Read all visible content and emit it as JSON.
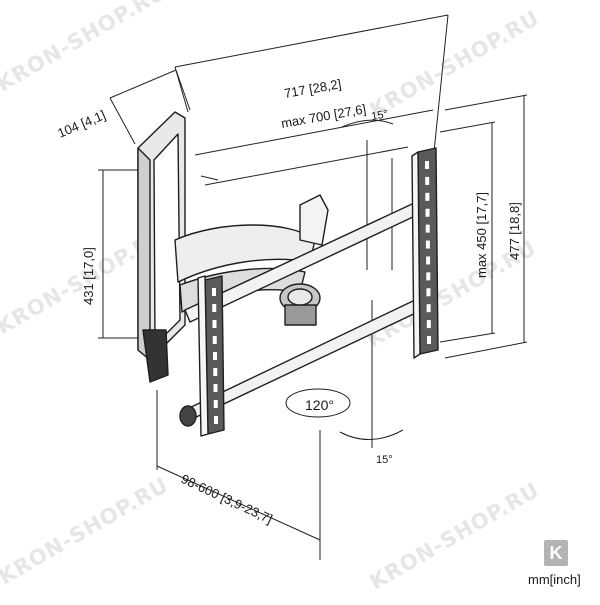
{
  "watermark": "KRON-SHOP.RU",
  "dimensions": {
    "wall_depth": "104 [4,1]",
    "max_length": "717 [28,2]",
    "max_700": "max 700 [27,6]",
    "tilt_top": "15°",
    "plate_height": "431 [17,0]",
    "vesa_max": "max 450 [17,7]",
    "rail_height": "477 [18,8]",
    "swivel": "120°",
    "tilt_bottom": "15°",
    "depth_range": "98-600 [3,9-23,7]"
  },
  "brand_badge": "K",
  "units": "mm[inch]"
}
